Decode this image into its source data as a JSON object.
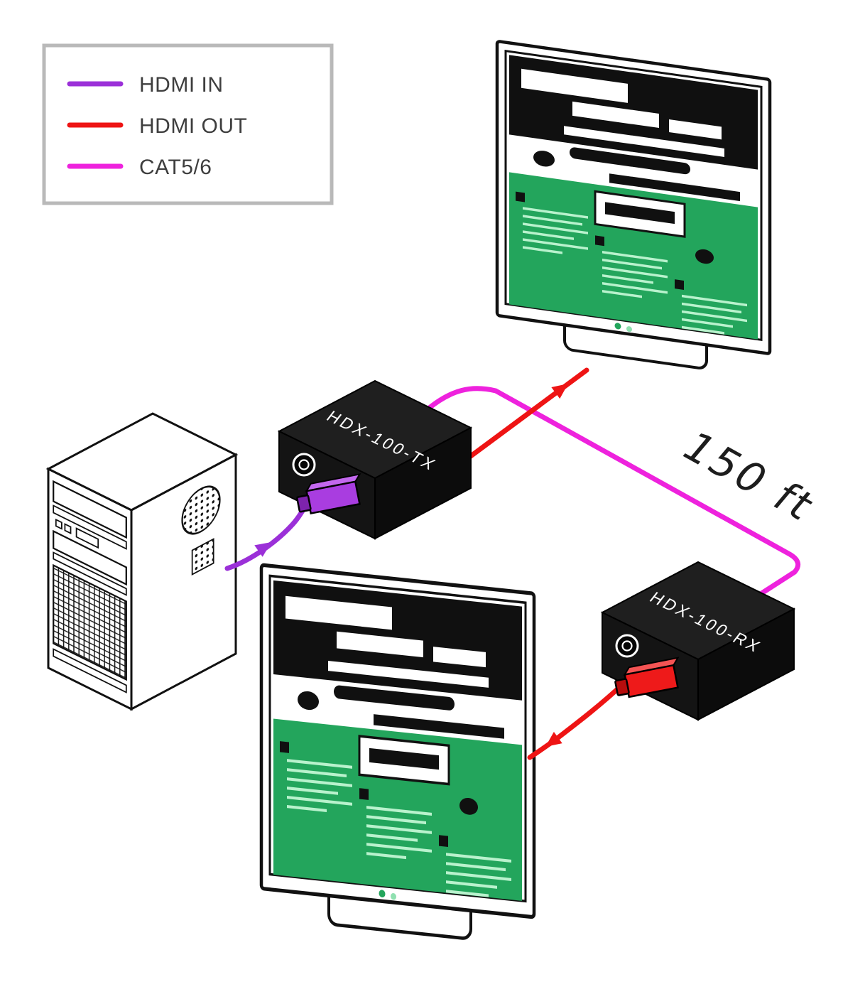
{
  "legend": {
    "items": [
      {
        "label": "HDMI IN",
        "color": "#9b30d8"
      },
      {
        "label": "HDMI OUT",
        "color": "#ee1414"
      },
      {
        "label": "CAT5/6",
        "color": "#ee22dd"
      }
    ]
  },
  "devices": {
    "transmitter_label": "HDX-100-TX",
    "receiver_label": "HDX-100-RX",
    "tx_plug_color": "#a93de0",
    "rx_plug_color": "#ee1a1a"
  },
  "cables": {
    "length_label": "150 ft",
    "hdmi_in_color": "#9b30d8",
    "hdmi_out_color": "#ee1414",
    "cat56_color": "#ee22dd"
  },
  "screen": {
    "green": "#23a55c"
  }
}
